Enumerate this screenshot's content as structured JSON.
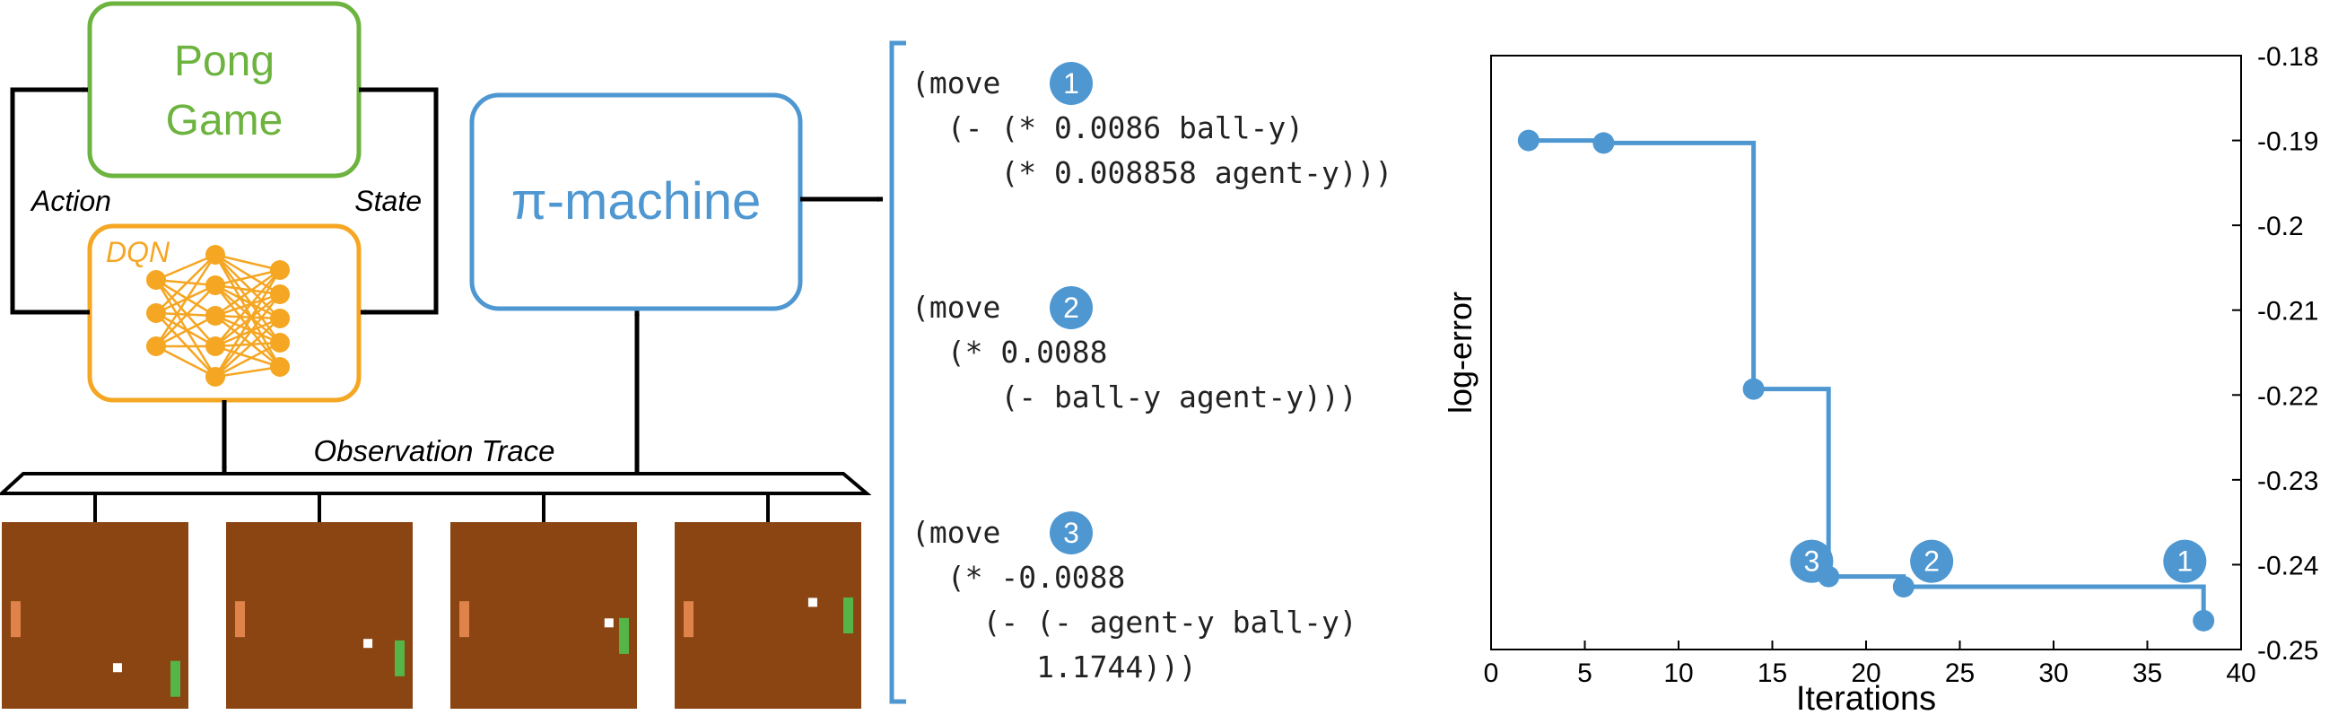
{
  "colors": {
    "pong": "#6db33f",
    "dqn": "#f5a623",
    "pi": "#4e97d1",
    "black": "#000000",
    "screen": "#8b4513",
    "left_paddle": "#e0834a",
    "right_paddle": "#55b547",
    "ball": "#ffffff"
  },
  "diagram": {
    "pong_label_1": "Pong",
    "pong_label_2": "Game",
    "dqn_label": "DQN",
    "action_label": "Action",
    "state_label": "State",
    "pi_label": "π-machine",
    "trace_label": "Observation Trace",
    "frames": [
      {
        "ball": [
          0.62,
          0.78
        ],
        "agent_y": 0.84,
        "opp_y": 0.52
      },
      {
        "ball": [
          0.76,
          0.65
        ],
        "agent_y": 0.73,
        "opp_y": 0.52
      },
      {
        "ball": [
          0.85,
          0.54
        ],
        "agent_y": 0.61,
        "opp_y": 0.52
      },
      {
        "ball": [
          0.74,
          0.43
        ],
        "agent_y": 0.5,
        "opp_y": 0.52
      }
    ]
  },
  "programs": [
    {
      "badge": "1",
      "lines": [
        "(move",
        "  (- (* 0.0086 ball-y)",
        "     (* 0.008858 agent-y)))"
      ]
    },
    {
      "badge": "2",
      "lines": [
        "(move",
        "  (* 0.0088",
        "     (- ball-y agent-y)))"
      ]
    },
    {
      "badge": "3",
      "lines": [
        "(move",
        "  (* -0.0088",
        "    (- (- agent-y ball-y)",
        "       1.1744)))"
      ]
    }
  ],
  "chart_data": {
    "type": "line",
    "step": true,
    "xlabel": "Iterations",
    "ylabel": "log-error",
    "xlim": [
      0,
      40
    ],
    "ylim": [
      -0.25,
      -0.18
    ],
    "xticks": [
      0,
      5,
      10,
      15,
      20,
      25,
      30,
      35,
      40
    ],
    "yticks": [
      -0.18,
      -0.19,
      -0.2,
      -0.21,
      -0.22,
      -0.23,
      -0.24,
      -0.25
    ],
    "ytick_labels": [
      "-0.18",
      "-0.19",
      "-0.2",
      "-0.21",
      "-0.22",
      "-0.23",
      "-0.24",
      "-0.25"
    ],
    "y_axis_side": "right",
    "grid": false,
    "points": [
      {
        "x": 2,
        "y": -0.19
      },
      {
        "x": 6,
        "y": -0.1903
      },
      {
        "x": 14,
        "y": -0.2193
      },
      {
        "x": 18,
        "y": -0.2414
      },
      {
        "x": 22,
        "y": -0.2426
      },
      {
        "x": 38,
        "y": -0.2466
      }
    ],
    "annotations": [
      {
        "label": "3",
        "x": 17.1,
        "y": -0.2396
      },
      {
        "label": "2",
        "x": 23.5,
        "y": -0.2396
      },
      {
        "label": "1",
        "x": 37.0,
        "y": -0.2396
      }
    ]
  }
}
